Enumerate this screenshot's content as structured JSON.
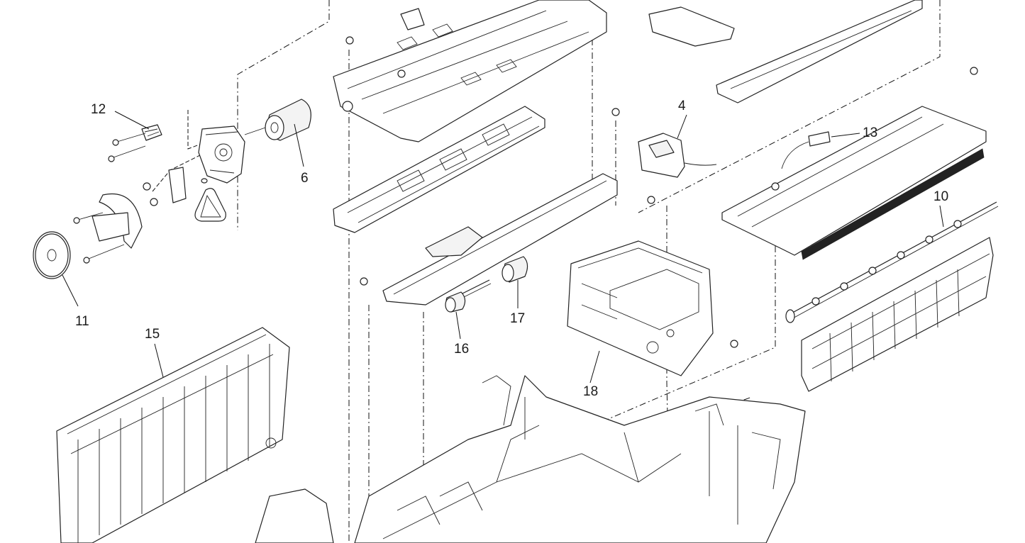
{
  "diagram": {
    "type": "exploded-parts-view",
    "callouts": [
      {
        "id": "c4",
        "text": "4"
      },
      {
        "id": "c6",
        "text": "6"
      },
      {
        "id": "c10",
        "text": "10"
      },
      {
        "id": "c11",
        "text": "11"
      },
      {
        "id": "c12",
        "text": "12"
      },
      {
        "id": "c13",
        "text": "13"
      },
      {
        "id": "c15",
        "text": "15"
      },
      {
        "id": "c16",
        "text": "16"
      },
      {
        "id": "c17",
        "text": "17"
      },
      {
        "id": "c18",
        "text": "18"
      }
    ]
  },
  "colors": {
    "line": "#222222",
    "background": "#ffffff"
  }
}
